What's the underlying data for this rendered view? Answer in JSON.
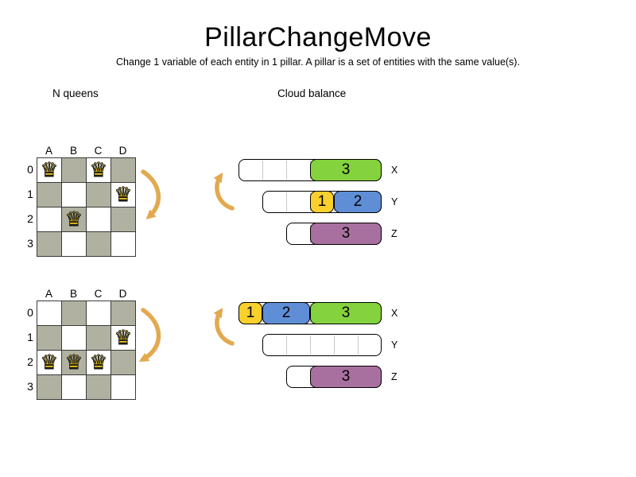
{
  "title": "PillarChangeMove",
  "subtitle": "Change 1 variable of each entity in 1 pillar. A pillar is a set of entities with the same value(s).",
  "sections": {
    "left": "N queens",
    "right": "Cloud balance"
  },
  "icons": {
    "queen": "♛",
    "move_arrow": "curved-arrow"
  },
  "colors": {
    "board_dark": "#b1b1a1",
    "board_light": "#ffffff",
    "queen": "#f2c811",
    "arrow": "#e3a94f",
    "green": "#84d23d",
    "yellow": "#fbd02c",
    "blue": "#5f8ed6",
    "purple": "#a8709f"
  },
  "boards": [
    {
      "name": "before",
      "col_labels": [
        "A",
        "B",
        "C",
        "D"
      ],
      "row_labels": [
        "0",
        "1",
        "2",
        "3"
      ],
      "queens": [
        {
          "row": 0,
          "col": 0
        },
        {
          "row": 0,
          "col": 2
        },
        {
          "row": 1,
          "col": 3
        },
        {
          "row": 2,
          "col": 1
        }
      ]
    },
    {
      "name": "after",
      "col_labels": [
        "A",
        "B",
        "C",
        "D"
      ],
      "row_labels": [
        "0",
        "1",
        "2",
        "3"
      ],
      "queens": [
        {
          "row": 1,
          "col": 3
        },
        {
          "row": 2,
          "col": 0
        },
        {
          "row": 2,
          "col": 1
        },
        {
          "row": 2,
          "col": 2
        }
      ]
    }
  ],
  "cloud_diagrams": [
    {
      "name": "before",
      "rows": [
        {
          "label": "X",
          "container": {
            "start": 0,
            "span": 6
          },
          "segments": [
            {
              "value": "3",
              "color": "green",
              "start": 3,
              "span": 3
            }
          ]
        },
        {
          "label": "Y",
          "container": {
            "start": 1,
            "span": 5
          },
          "segments": [
            {
              "value": "1",
              "color": "yellow",
              "start": 3,
              "span": 1
            },
            {
              "value": "2",
              "color": "blue",
              "start": 4,
              "span": 2
            }
          ]
        },
        {
          "label": "Z",
          "container": {
            "start": 2,
            "span": 4
          },
          "segments": [
            {
              "value": "3",
              "color": "purple",
              "start": 3,
              "span": 3
            }
          ]
        }
      ]
    },
    {
      "name": "after",
      "rows": [
        {
          "label": "X",
          "container": {
            "start": 0,
            "span": 6
          },
          "segments": [
            {
              "value": "1",
              "color": "yellow",
              "start": 0,
              "span": 1
            },
            {
              "value": "2",
              "color": "blue",
              "start": 1,
              "span": 2
            },
            {
              "value": "3",
              "color": "green",
              "start": 3,
              "span": 3
            }
          ]
        },
        {
          "label": "Y",
          "container": {
            "start": 1,
            "span": 5
          },
          "segments": []
        },
        {
          "label": "Z",
          "container": {
            "start": 2,
            "span": 4
          },
          "segments": [
            {
              "value": "3",
              "color": "purple",
              "start": 3,
              "span": 3
            }
          ]
        }
      ]
    }
  ]
}
